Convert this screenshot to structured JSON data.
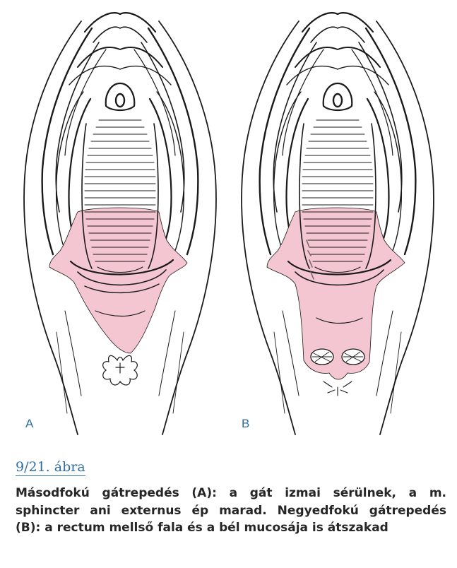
{
  "figure": {
    "panels": [
      {
        "id": "A",
        "label": "A"
      },
      {
        "id": "B",
        "label": "B"
      }
    ],
    "wound_color": "#f4c6d1",
    "line_color": "#1a1a1a",
    "label_color": "#2f6ea3"
  },
  "caption": {
    "number": "9/21. ábra",
    "lines": [
      "Másodfokú gátrepedés (A): a gát izmai sérülnek, a m.",
      "sphincter ani externus ép marad. Negyedfokú gátrepedés",
      "(B): a rectum mellső fala és a bél mucosája is átszakad"
    ]
  }
}
